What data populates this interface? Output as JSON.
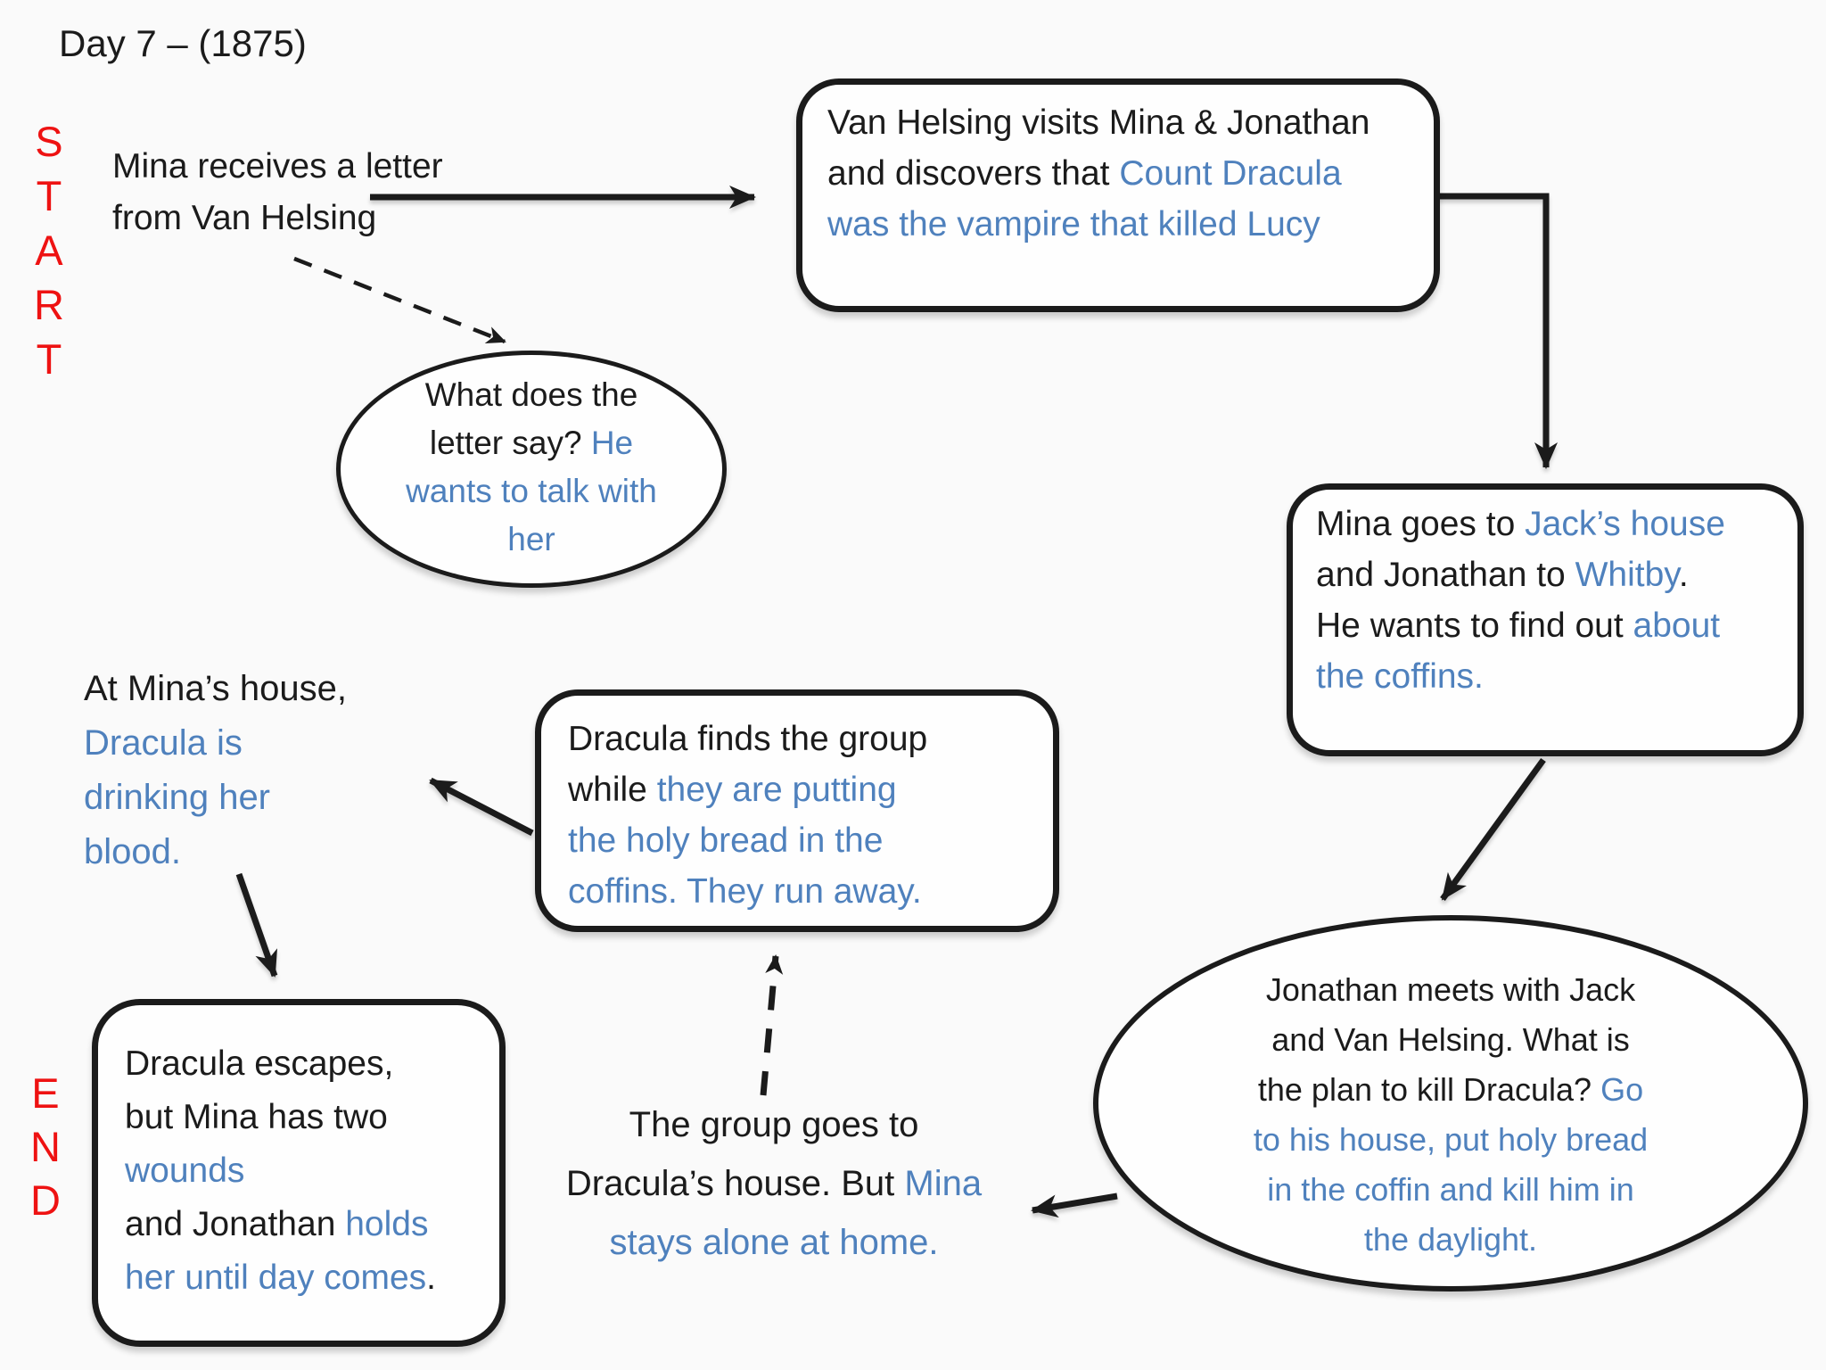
{
  "colors": {
    "ink": "#1b1b1b",
    "blue": "#4f81bd",
    "red": "#ee1212",
    "canvas_bg": "#fafafa",
    "node_fill": "#fefefe"
  },
  "title": "Day 7 – (1875)",
  "start_label": {
    "l1": "S",
    "l2": "T",
    "l3": "A",
    "l4": "R",
    "l5": "T"
  },
  "end_label": {
    "l1": "E",
    "l2": "N",
    "l3": "D"
  },
  "start_text": {
    "l1": "Mina receives a letter",
    "l2": "from Van Helsing"
  },
  "van_helsing_box": {
    "l1": "Van Helsing visits Mina & Jonathan",
    "l2a": "and discovers that ",
    "l2b": "Count Dracula",
    "l3": "was the vampire that killed Lucy"
  },
  "letter_ellipse": {
    "l1": "What does the",
    "l2a": "letter say? ",
    "l2b": "He",
    "l3": "wants to talk with",
    "l4": "her"
  },
  "mina_goes_box": {
    "l1a": "Mina goes to ",
    "l1b": "Jack’s house",
    "l2a": "and Jonathan to ",
    "l2b": "Whitby",
    "l2c": ".",
    "l3a": "He wants to find out ",
    "l3b": "about",
    "l4": "the coffins."
  },
  "plan_ellipse": {
    "l1": "Jonathan meets with Jack",
    "l2": "and Van Helsing. What is",
    "l3a": "the plan to kill Dracula? ",
    "l3b": "Go",
    "l4": "to his house, put holy bread",
    "l5": "in the coffin and kill him in",
    "l6": "the daylight."
  },
  "group_text": {
    "l1": "The group goes to",
    "l2a": "Dracula’s house. But ",
    "l2b": "Mina",
    "l3": "stays alone at home."
  },
  "dracula_finds_box": {
    "l1": "Dracula finds the group",
    "l2a": "while ",
    "l2b": "they are putting",
    "l3": "the holy bread in the",
    "l4": "coffins. They run away."
  },
  "mina_house_text": {
    "l1": "At Mina’s house,",
    "l2": "Dracula is",
    "l3": "drinking her",
    "l4": "blood."
  },
  "dracula_escapes_box": {
    "l1": "Dracula escapes,",
    "l2": "but Mina has two",
    "l3": "wounds",
    "l4a": "and Jonathan ",
    "l4b": "holds",
    "l5a": "her until day comes",
    "l5b": "."
  }
}
